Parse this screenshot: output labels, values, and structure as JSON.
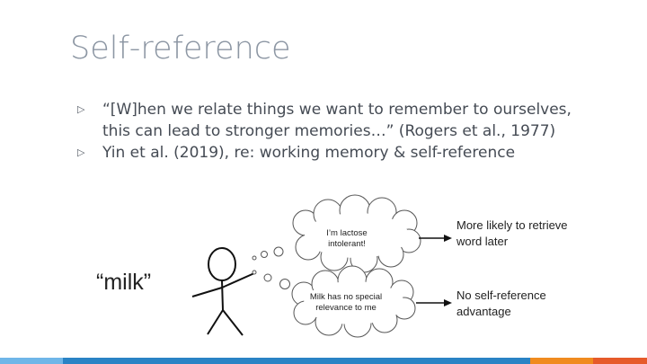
{
  "slide": {
    "title": "Self-reference",
    "bullets": [
      {
        "marker": "▷",
        "text": "“[W]hen we relate things we want to remember to ourselves, this can lead to stronger memories…” (Rogers et al., 1977)"
      },
      {
        "marker": "▷",
        "text": "Yin et al. (2019), re: working memory & self-reference"
      }
    ],
    "figure": {
      "word": "“milk”",
      "bubble_top": "I’m lactose intolerant!",
      "bubble_bottom": "Milk has no special relevance to me",
      "outcome_top": "More likely to retrieve word later",
      "outcome_bottom": "No self-reference advantage"
    }
  },
  "colors": {
    "title": "#8c96a3",
    "text": "#454b54",
    "footer": [
      "#6fb6e8",
      "#2a83c5",
      "#f08b1f",
      "#e65a2a"
    ]
  }
}
